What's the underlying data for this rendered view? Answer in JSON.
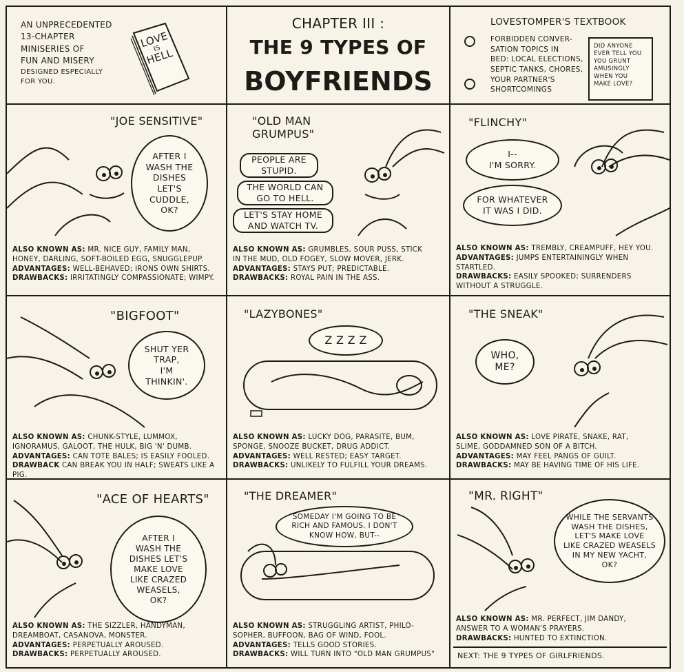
{
  "header": {
    "intro_lines": [
      "AN UNPRECEDENTED",
      "13-CHAPTER",
      "MINISERIES OF",
      "FUN AND MISERY",
      "DESIGNED ESPECIALLY",
      "FOR YOU."
    ],
    "book_lines": [
      "LOVE",
      "IS",
      "HELL"
    ],
    "chapter_label": "CHAPTER III :",
    "chapter_title_1": "THE 9 TYPES OF",
    "chapter_title_2": "BOYFRIENDS",
    "textbook_title": "LOVESTOMPER'S TEXTBOOK",
    "textbook_lines": [
      "FORBIDDEN CONVER-",
      "SATION TOPICS IN",
      "BED: LOCAL ELECTIONS,",
      "SEPTIC TANKS, CHORES,",
      "YOUR PARTNER'S",
      "SHORTCOMINGS"
    ],
    "inset_lines": [
      "DID ANYONE",
      "EVER TELL YOU",
      "YOU GRUNT",
      "AMUSINGLY",
      "WHEN YOU",
      "MAKE LOVE?"
    ]
  },
  "panels": [
    {
      "title": "\"JOE SENSITIVE\"",
      "bubbles": [
        "AFTER I\nWASH THE\nDISHES\nLET'S\nCUDDLE,\nOK?"
      ],
      "aka_label": "ALSO KNOWN AS:",
      "aka_lines": [
        "MR. NICE GUY, FAMILY MAN,",
        "HONEY, DARLING, SOFT-BOILED EGG, SNUGGLEPUP."
      ],
      "adv_label": "ADVANTAGES:",
      "adv_text": "WELL-BEHAVED; IRONS OWN SHIRTS.",
      "draw_label": "DRAWBACKS:",
      "draw_text": "IRRITATINGLY COMPASSIONATE; WIMPY."
    },
    {
      "title": "\"OLD MAN GRUMPUS\"",
      "bubbles": [
        "PEOPLE ARE\nSTUPID.",
        "THE WORLD CAN\nGO TO HELL.",
        "LET'S STAY HOME\nAND WATCH TV."
      ],
      "aka_label": "ALSO KNOWN AS:",
      "aka_lines": [
        "GRUMBLES, SOUR PUSS, STICK",
        "IN THE MUD, OLD FOGEY, SLOW MOVER, JERK."
      ],
      "adv_label": "ADVANTAGES:",
      "adv_text": "STAYS PUT; PREDICTABLE.",
      "draw_label": "DRAWBACKS:",
      "draw_text": "ROYAL PAIN IN THE ASS."
    },
    {
      "title": "\"FLINCHY\"",
      "bubbles": [
        "I--\nI'M SORRY.",
        "FOR WHATEVER\nIT WAS I DID."
      ],
      "aka_label": "ALSO KNOWN AS:",
      "aka_lines": [
        "TREMBLY, CREAMPUFF, HEY YOU."
      ],
      "adv_label": "ADVANTAGES:",
      "adv_text": "JUMPS ENTERTAININGLY WHEN STARTLED.",
      "draw_label": "DRAWBACKS:",
      "draw_text": "EASILY SPOOKED; SURRENDERS WITHOUT A STRUGGLE."
    },
    {
      "title": "\"BIGFOOT\"",
      "bubbles": [
        "SHUT YER\nTRAP,\nI'M\nTHINKIN'."
      ],
      "aka_label": "ALSO KNOWN AS:",
      "aka_lines": [
        "CHUNK-STYLE, LUMMOX,",
        "IGNORAMUS, GALOOT, THE HULK, BIG 'N' DUMB."
      ],
      "adv_label": "ADVANTAGES:",
      "adv_text": "CAN TOTE BALES; IS EASILY FOOLED.",
      "draw_label": "DRAWBACK",
      "draw_text": "CAN BREAK YOU IN HALF; SWEATS LIKE A PIG."
    },
    {
      "title": "\"LAZYBONES\"",
      "bubbles": [
        "Z Z Z Z"
      ],
      "aka_label": "ALSO KNOWN AS:",
      "aka_lines": [
        "LUCKY DOG, PARASITE, BUM,",
        "SPONGE, SNOOZE BUCKET, DRUG ADDICT."
      ],
      "adv_label": "ADVANTAGES:",
      "adv_text": "WELL RESTED; EASY TARGET.",
      "draw_label": "DRAWBACKS:",
      "draw_text": "UNLIKELY TO FULFILL YOUR DREAMS."
    },
    {
      "title": "\"THE SNEAK\"",
      "bubbles": [
        "WHO,\nME?"
      ],
      "aka_label": "ALSO KNOWN AS:",
      "aka_lines": [
        "LOVE PIRATE, SNAKE, RAT,",
        "SLIME, GODDAMNED SON OF A BITCH."
      ],
      "adv_label": "ADVANTAGES:",
      "adv_text": "MAY FEEL PANGS OF GUILT.",
      "draw_label": "DRAWBACKS:",
      "draw_text": "MAY BE HAVING TIME OF HIS LIFE."
    },
    {
      "title": "\"ACE OF HEARTS\"",
      "bubbles": [
        "AFTER I\nWASH THE\nDISHES LET'S\nMAKE LOVE\nLIKE CRAZED\nWEASELS,\nOK?"
      ],
      "aka_label": "ALSO KNOWN AS:",
      "aka_lines": [
        "THE SIZZLER, HANDYMAN,",
        "DREAMBOAT, CASANOVA, MONSTER."
      ],
      "adv_label": "ADVANTAGES:",
      "adv_text": "PERPETUALLY AROUSED.",
      "draw_label": "DRAWBACKS:",
      "draw_text": "PERPETUALLY AROUSED."
    },
    {
      "title": "\"THE DREAMER\"",
      "bubbles": [
        "SOMEDAY I'M GOING TO BE\nRICH AND FAMOUS. I DON'T\nKNOW HOW, BUT--"
      ],
      "aka_label": "ALSO KNOWN AS:",
      "aka_lines": [
        "STRUGGLING ARTIST, PHILO-",
        "SOPHER, BUFFOON, BAG OF WIND, FOOL."
      ],
      "adv_label": "ADVANTAGES:",
      "adv_text": "TELLS GOOD STORIES.",
      "draw_label": "DRAWBACKS:",
      "draw_text": "WILL TURN INTO \"OLD MAN GRUMPUS\""
    },
    {
      "title": "\"MR. RIGHT\"",
      "bubbles": [
        "WHILE THE SERVANTS\nWASH THE DISHES,\nLET'S MAKE LOVE\nLIKE CRAZED WEASELS\nIN MY NEW YACHT,\nOK?"
      ],
      "aka_label": "ALSO KNOWN AS:",
      "aka_lines": [
        "MR. PERFECT, JIM DANDY,",
        "ANSWER TO A WOMAN'S PRAYERS."
      ],
      "adv_label": "DRAWBACKS:",
      "adv_text": "HUNTED TO EXTINCTION.",
      "draw_label": "",
      "draw_text": ""
    }
  ],
  "footer": {
    "next": "NEXT: THE 9 TYPES OF GIRLFRIENDS."
  }
}
